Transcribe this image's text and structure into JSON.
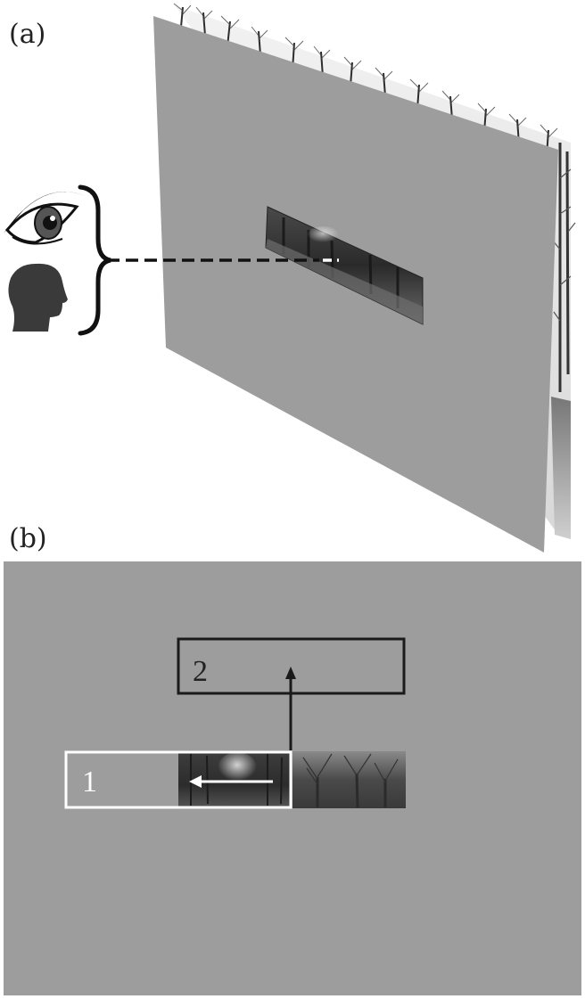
{
  "panel_a": {
    "label": "(a)"
  },
  "panel_b": {
    "label": "(b)",
    "box_1_label": "1",
    "box_2_label": "2"
  },
  "colors": {
    "mask_gray": "#9d9d9d",
    "mask_gray_dark": "#8f8f8f",
    "box_1_outline": "#ffffff",
    "box_2_outline": "#1a1a1a",
    "silhouette": "#3a3a3a"
  },
  "icons": {
    "eye": "eye-icon",
    "head": "head-silhouette-icon",
    "brace": "curly-brace"
  }
}
